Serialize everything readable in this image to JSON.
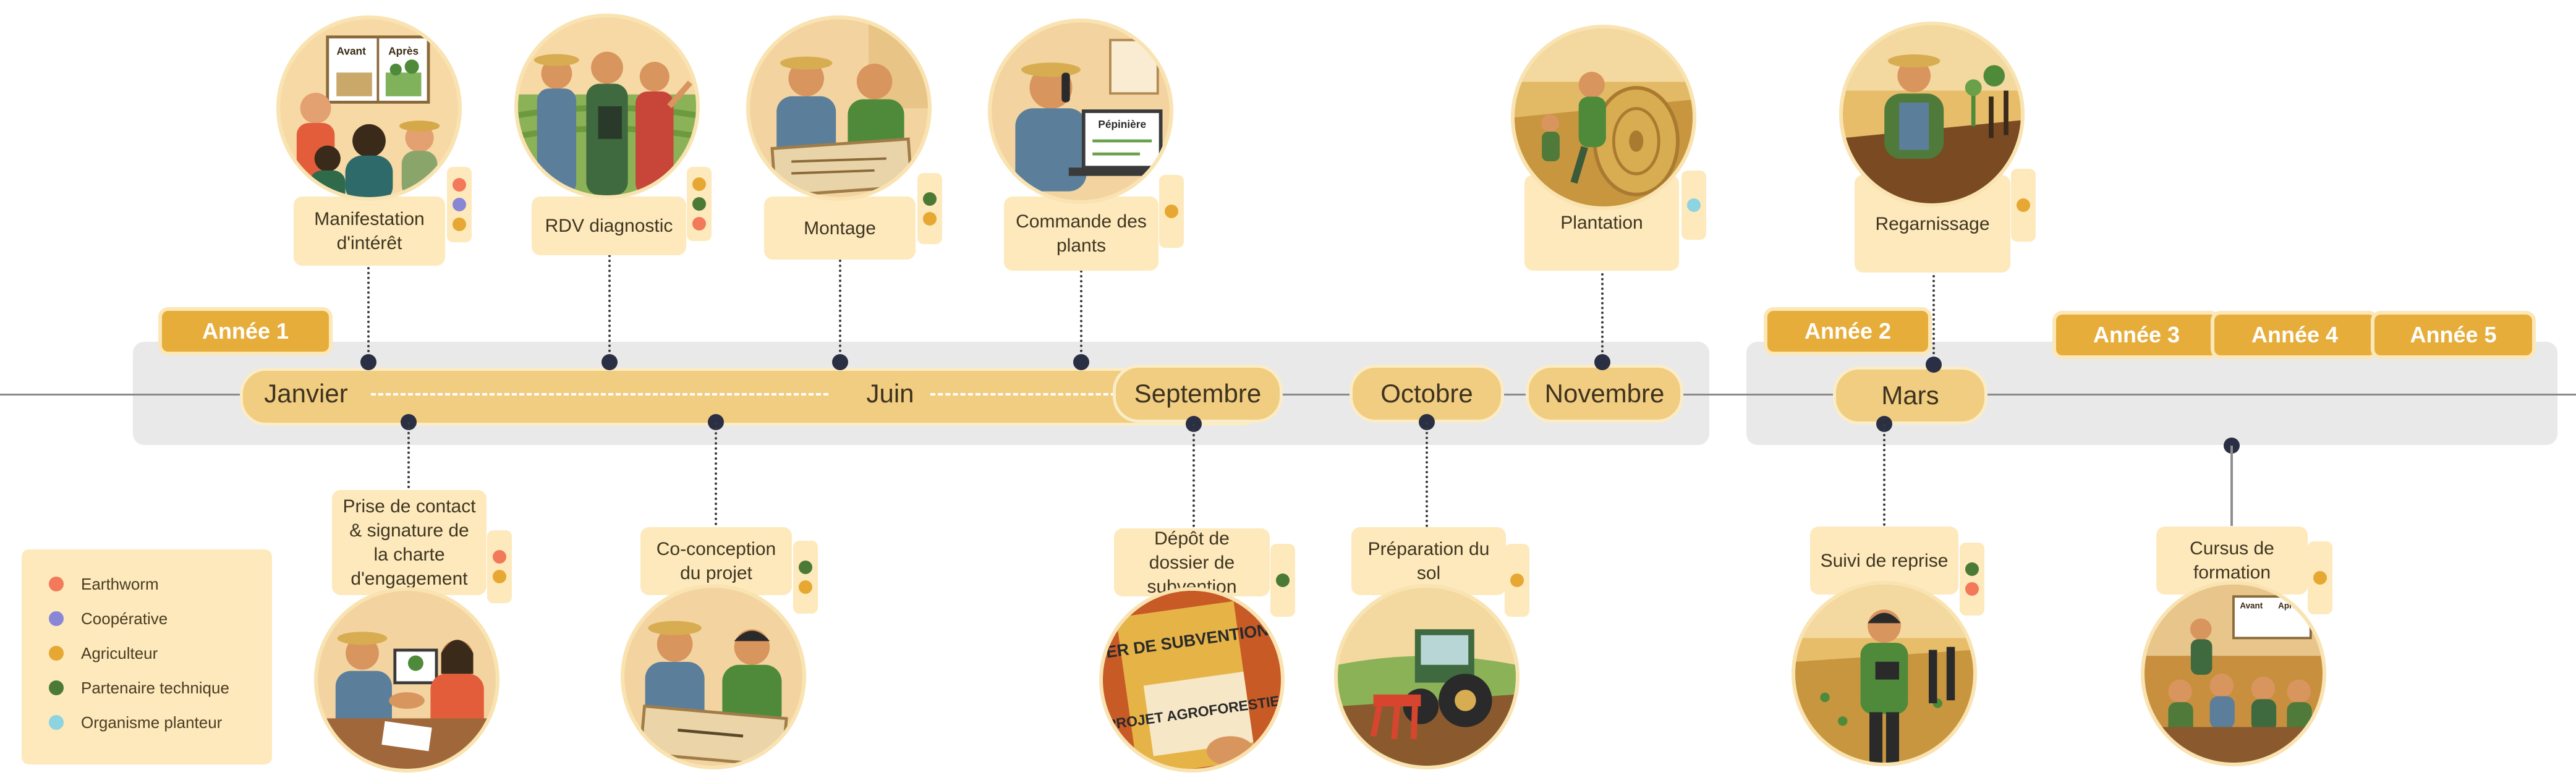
{
  "colors": {
    "Earthworm": "#f2795a",
    "Coopérative": "#8a86d6",
    "Agriculteur": "#e6a832",
    "Partenaire technique": "#4b7a34",
    "Organisme planteur": "#8dd3e0"
  },
  "legend": [
    {
      "label": "Earthworm",
      "color": "#f2795a"
    },
    {
      "label": "Coopérative",
      "color": "#8a86d6"
    },
    {
      "label": "Agriculteur",
      "color": "#e6a832"
    },
    {
      "label": "Partenaire technique",
      "color": "#4b7a34"
    },
    {
      "label": "Organisme planteur",
      "color": "#8dd3e0"
    }
  ],
  "years": [
    "Année 1",
    "Année 2",
    "Année 3",
    "Année 4",
    "Année 5"
  ],
  "months": {
    "janvier": "Janvier",
    "juin": "Juin",
    "septembre": "Septembre",
    "octobre": "Octobre",
    "novembre": "Novembre",
    "mars": "Mars"
  },
  "illustration_text": {
    "avant": "Avant",
    "apres": "Après",
    "pepiniere": "Pépinière",
    "dossier": "DOSSIER DE SUBVENTION",
    "projet": "PROJET AGROFORESTIER"
  },
  "steps_top": [
    {
      "label": "Manifestation d'intérêt",
      "actors": [
        "Earthworm",
        "Coopérative",
        "Agriculteur"
      ],
      "icon": "meeting-presentation-icon"
    },
    {
      "label": "RDV diagnostic",
      "actors": [
        "Agriculteur",
        "Partenaire technique",
        "Earthworm"
      ],
      "icon": "field-diagnosis-icon"
    },
    {
      "label": "Montage",
      "actors": [
        "Partenaire technique",
        "Agriculteur"
      ],
      "icon": "planning-icon"
    },
    {
      "label": "Commande des plants",
      "actors": [
        "Agriculteur"
      ],
      "icon": "phone-order-icon"
    },
    {
      "label": "Plantation",
      "actors": [
        "Organisme planteur"
      ],
      "icon": "planting-machine-icon"
    },
    {
      "label": "Regarnissage",
      "actors": [
        "Agriculteur"
      ],
      "icon": "replanting-icon"
    }
  ],
  "steps_bottom": [
    {
      "label": "Prise de contact & signature de la charte d'engagement",
      "actors": [
        "Earthworm",
        "Agriculteur"
      ],
      "icon": "handshake-icon"
    },
    {
      "label": "Co-conception du projet",
      "actors": [
        "Partenaire technique",
        "Agriculteur"
      ],
      "icon": "co-design-icon"
    },
    {
      "label": "Dépôt de dossier de subvention",
      "actors": [
        "Partenaire technique"
      ],
      "icon": "subsidy-file-icon"
    },
    {
      "label": "Préparation du sol",
      "actors": [
        "Agriculteur"
      ],
      "icon": "tractor-icon"
    },
    {
      "label": "Suivi de reprise",
      "actors": [
        "Partenaire technique",
        "Earthworm"
      ],
      "icon": "monitoring-icon"
    },
    {
      "label": "Cursus de formation",
      "actors": [
        "Agriculteur"
      ],
      "icon": "training-icon"
    }
  ]
}
